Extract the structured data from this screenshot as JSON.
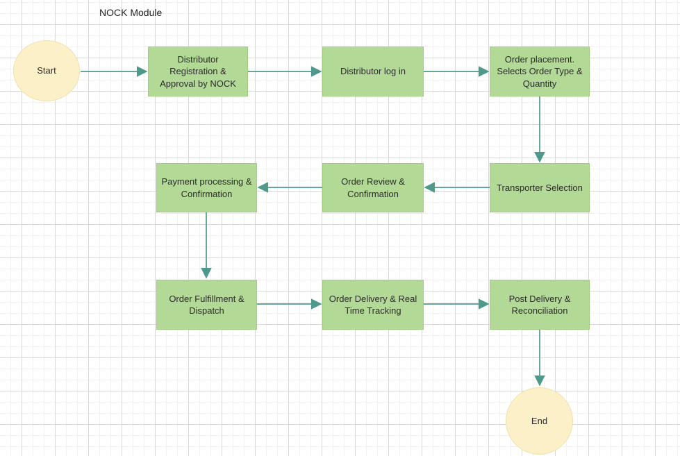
{
  "title": "NOCK Module",
  "colors": {
    "node_fill": "#b2d996",
    "node_border": "#a0cd7e",
    "terminal_fill": "#fcf0c8",
    "terminal_border": "#f0e2ac",
    "connector": "#4e998b",
    "ink": "#2b2b2b",
    "grid_minor": "#f2f2f2",
    "grid_major": "#d8d8d8"
  },
  "nodes": {
    "start": {
      "label": "Start",
      "shape": "ellipse"
    },
    "end": {
      "label": "End",
      "shape": "ellipse"
    },
    "steps": [
      {
        "id": "registration",
        "label": "Distributor Registration & Approval by NOCK"
      },
      {
        "id": "login",
        "label": "Distributor log in"
      },
      {
        "id": "placement",
        "label": "Order placement. Selects Order Type & Quantity"
      },
      {
        "id": "transporter",
        "label": "Transporter Selection"
      },
      {
        "id": "review",
        "label": "Order Review & Confirmation"
      },
      {
        "id": "payment",
        "label": "Payment processing & Confirmation"
      },
      {
        "id": "fulfillment",
        "label": "Order Fulfillment & Dispatch"
      },
      {
        "id": "delivery",
        "label": "Order Delivery & Real Time Tracking"
      },
      {
        "id": "postdelivery",
        "label": "Post Delivery & Reconciliation"
      }
    ]
  },
  "edges": [
    {
      "from": "Start",
      "to": "Distributor Registration & Approval by NOCK"
    },
    {
      "from": "Distributor Registration & Approval by NOCK",
      "to": "Distributor log in"
    },
    {
      "from": "Distributor log in",
      "to": "Order placement. Selects Order Type & Quantity"
    },
    {
      "from": "Order placement. Selects Order Type & Quantity",
      "to": "Transporter Selection"
    },
    {
      "from": "Transporter Selection",
      "to": "Order Review & Confirmation"
    },
    {
      "from": "Order Review & Confirmation",
      "to": "Payment processing & Confirmation"
    },
    {
      "from": "Payment processing & Confirmation",
      "to": "Order Fulfillment & Dispatch"
    },
    {
      "from": "Order Fulfillment & Dispatch",
      "to": "Order Delivery & Real Time Tracking"
    },
    {
      "from": "Order Delivery & Real Time Tracking",
      "to": "Post Delivery & Reconciliation"
    },
    {
      "from": "Post Delivery & Reconciliation",
      "to": "End"
    }
  ]
}
